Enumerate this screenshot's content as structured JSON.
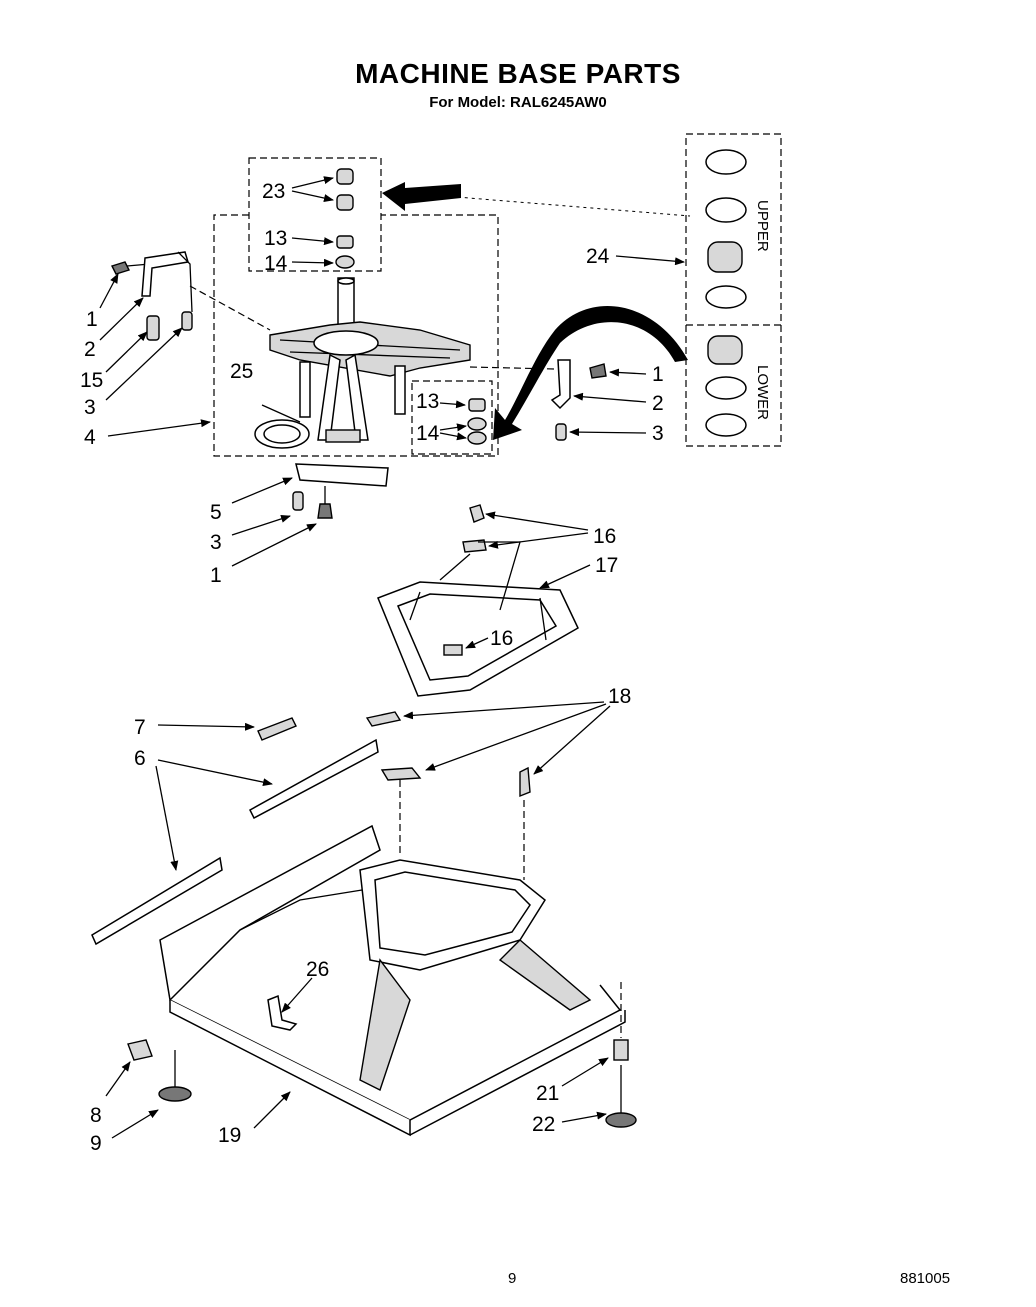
{
  "header": {
    "title": "MACHINE BASE PARTS",
    "subtitle": "For Model: RAL6245AW0"
  },
  "kit_box": {
    "upper_label": "UPPER",
    "lower_label": "LOWER"
  },
  "callouts": {
    "c23": "23",
    "c13a": "13",
    "c14a": "14",
    "c24": "24",
    "c1a": "1",
    "c2a": "2",
    "c15": "15",
    "c3a": "3",
    "c4": "4",
    "c25": "25",
    "c13b": "13",
    "c14b": "14",
    "c1b": "1",
    "c2b": "2",
    "c3b": "3",
    "c5": "5",
    "c3c": "3",
    "c1c": "1",
    "c16a": "16",
    "c17": "17",
    "c16b": "16",
    "c18": "18",
    "c7": "7",
    "c6": "6",
    "c26": "26",
    "c8": "8",
    "c9": "9",
    "c19": "19",
    "c21": "21",
    "c22": "22"
  },
  "footer": {
    "page_number": "9",
    "doc_code": "881005"
  }
}
